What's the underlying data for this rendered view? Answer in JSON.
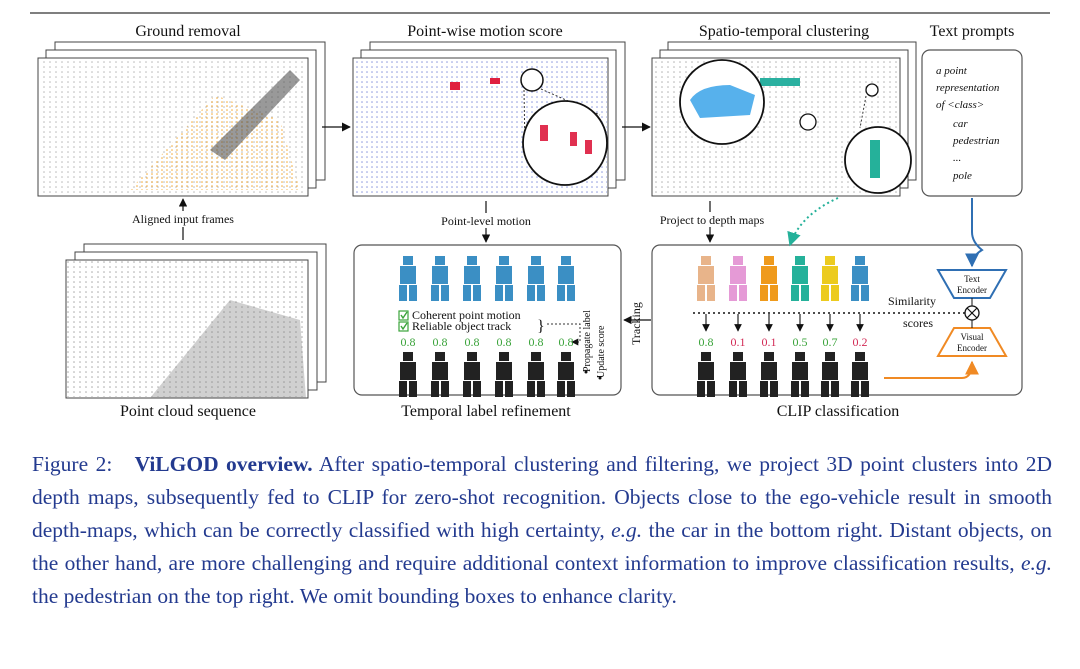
{
  "panels": {
    "ground_removal": "Ground removal",
    "motion_score": "Point-wise motion score",
    "clustering": "Spatio-temporal clustering",
    "text_prompts": "Text prompts",
    "point_cloud_sequence": "Point cloud sequence",
    "temporal_refinement": "Temporal label refinement",
    "clip_classification": "CLIP classification"
  },
  "arrows": {
    "aligned_input": "Aligned input frames",
    "point_level_motion": "Point-level motion",
    "project_depth": "Project to depth maps",
    "tracking": "Tracking",
    "similarity_1": "Similarity",
    "similarity_2": "scores"
  },
  "prompt_box": {
    "line1": "a point",
    "line2": "representation",
    "line3": "of <class>",
    "classes": [
      "car",
      "pedestrian",
      "...",
      "pole"
    ]
  },
  "encoders": {
    "text_1": "Text",
    "text_2": "Encoder",
    "visual_1": "Visual",
    "visual_2": "Encoder",
    "text_color": "#2f6fb3",
    "visual_color": "#f08a24"
  },
  "refinement": {
    "check1": "Coherent point motion",
    "check2": "Reliable object track",
    "propagate": "Propagate label",
    "update": "Update score",
    "scores": [
      "0.8",
      "0.8",
      "0.8",
      "0.8",
      "0.8",
      "0.8"
    ],
    "colors": [
      "#3b8fc4",
      "#3b8fc4",
      "#3b8fc4",
      "#3b8fc4",
      "#3b8fc4",
      "#3b8fc4"
    ]
  },
  "clip": {
    "scores": [
      "0.8",
      "0.1",
      "0.1",
      "0.5",
      "0.7",
      "0.2"
    ],
    "score_colors": [
      "#3aa33a",
      "#d22a55",
      "#d22a55",
      "#3aa33a",
      "#3aa33a",
      "#d22a55"
    ],
    "colors": [
      "#e8b48a",
      "#e59ad6",
      "#ef9a1c",
      "#25b19a",
      "#eccb1f",
      "#3b8fc4"
    ]
  },
  "caption": {
    "prefix": "Figure 2:",
    "title": "ViLGOD overview.",
    "text1": "After spatio-temporal clustering and filtering, we project 3D point clusters into 2D depth maps, subsequently fed to CLIP for zero-shot recognition. Objects close to the ego-vehicle result in smooth depth-maps, which can be correctly classified with high certainty,",
    "eg1": "e.g.",
    "text2": "the car in the bottom right. Distant objects, on the other hand, are more challenging and require additional context information to improve classification results,",
    "eg2": "e.g.",
    "text3": "the pedestrian on the top right. We omit bounding boxes to enhance clarity."
  }
}
